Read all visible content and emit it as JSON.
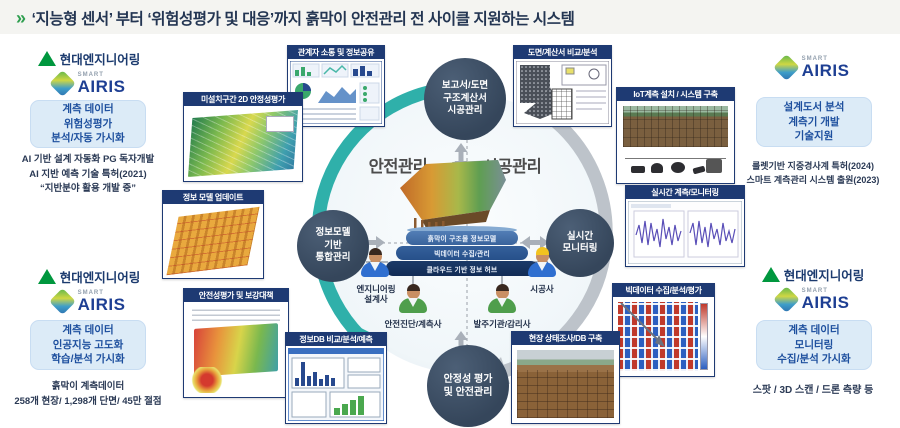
{
  "title": {
    "chevron": "»",
    "text": "‘지능형 센서’ 부터 ‘위험성평가 및 대응’까지 흙막이 안전관리 전 사이클 지원하는 시스템"
  },
  "brand": {
    "company": "현대엔지니어링",
    "smart": "SMART",
    "airis": "AIRIS"
  },
  "side": {
    "left_top": {
      "box": "계측 데이터\n위험성평가\n분석/자동 가시화",
      "notes": "AI 기반 설계 자동화 PG 독자개발\nAI 지반 예측 기술 특허(2021)\n“지반분야 활용 개발 중”"
    },
    "left_bottom": {
      "box": "계측 데이터\n인공지능 고도화\n학습/분석 가시화",
      "notes": "흙막이 계측데이터\n258개 현장/ 1,298개 단면/ 45만 절점"
    },
    "right_top": {
      "box": "설계도서 분석\n계측기 개발\n기술지원",
      "notes": "룰렛기반 지중경사계 특허(2024)\n스마트 계측관리 시스템 출원(2023)"
    },
    "right_bottom": {
      "box": "계측 데이터\n모니터링\n수집/분석 가시화",
      "notes": "스팟 / 3D 스캔 / 드론 측량 등"
    }
  },
  "cycle": {
    "left_label": "안전관리",
    "right_label": "시공관리",
    "nodes": {
      "top": "보고서/도면\n구조계산서\n시공관리",
      "left": "정보모델\n기반\n통합관리",
      "right": "실시간\n모니터링",
      "bottom": "안정성 평가\n및 안전관리"
    },
    "platform": [
      "흙막이 구조물 정보모델",
      "빅데이터 수집/관리",
      "클라우드 기반 정보 허브"
    ],
    "stakeholders": [
      "엔지니어링\n설계사",
      "안전진단/계측사",
      "발주기관/감리사",
      "시공사"
    ]
  },
  "panels": [
    {
      "label": "관계자 소통 및 정보공유"
    },
    {
      "label": "미설치구간 2D 안정성평가"
    },
    {
      "label": "정보 모델 업데이트"
    },
    {
      "label": "안전성평가 및 보강대책"
    },
    {
      "label": "정보DB 비교/분석/예측"
    },
    {
      "label": "도면/계산서 비교/분석"
    },
    {
      "label": "IoT계측 설치 / 시스템 구축"
    },
    {
      "label": "실시간 계측/모니터링"
    },
    {
      "label": "빅데이터 수집/분석/평가"
    },
    {
      "label": "현장 상태조사/DB 구축"
    }
  ],
  "colors": {
    "accent_teal": "#2fb0aa",
    "navy": "#1e3a73",
    "brand_green": "#00973e",
    "airis_blue": "#1e3f93",
    "node_slate": "#3c4e63",
    "arrow_gray": "#bdc3ca"
  }
}
